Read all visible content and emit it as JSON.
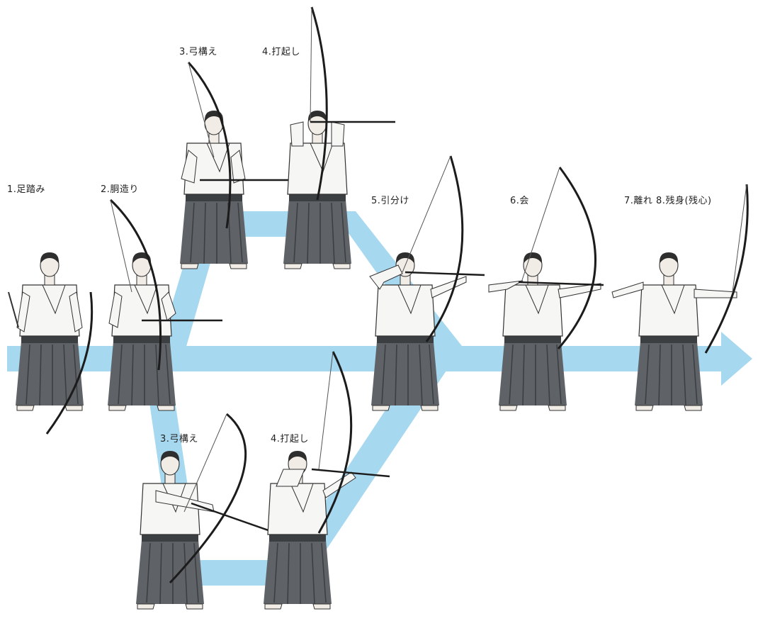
{
  "colors": {
    "arrow": "#a6d8f0",
    "hakama": "#5f6367",
    "hakama_dark": "#3c3f42",
    "gi": "#f6f6f4",
    "skin": "#f2ece6",
    "hair": "#2e2e2e",
    "bow": "#1c1c1c",
    "string": "#555555"
  },
  "steps": [
    {
      "id": "s1",
      "label": "1.足踏み"
    },
    {
      "id": "s2",
      "label": "2.胴造り"
    },
    {
      "id": "s3a",
      "label": "3.弓構え"
    },
    {
      "id": "s4a",
      "label": "4.打起し"
    },
    {
      "id": "s3b",
      "label": "3.弓構え"
    },
    {
      "id": "s4b",
      "label": "4.打起し"
    },
    {
      "id": "s5",
      "label": "5.引分け"
    },
    {
      "id": "s6",
      "label": "6.会"
    },
    {
      "id": "s7",
      "label": "7.離れ 8.残身(残心)"
    }
  ]
}
